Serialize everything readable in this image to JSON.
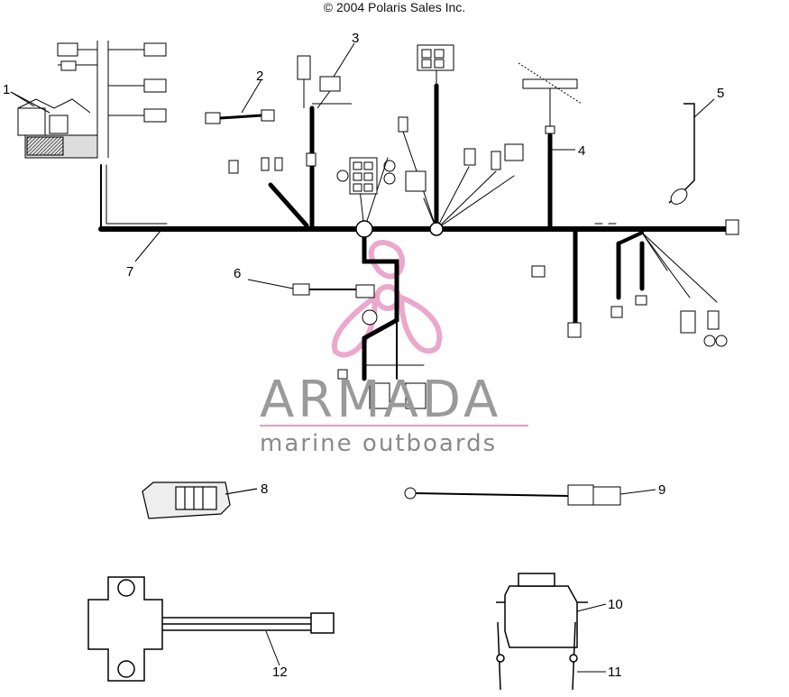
{
  "copyright": "© 2004 Polaris Sales Inc.",
  "callouts": [
    "1",
    "2",
    "3",
    "4",
    "5",
    "6",
    "7",
    "8",
    "9",
    "10",
    "11",
    "12"
  ],
  "watermark": {
    "brand": "ARMADA",
    "tagline": "marine outboards",
    "logo_color": "#e79ac4",
    "text_color": "#999999"
  },
  "colors": {
    "harness": "#000000",
    "background": "#ffffff"
  }
}
